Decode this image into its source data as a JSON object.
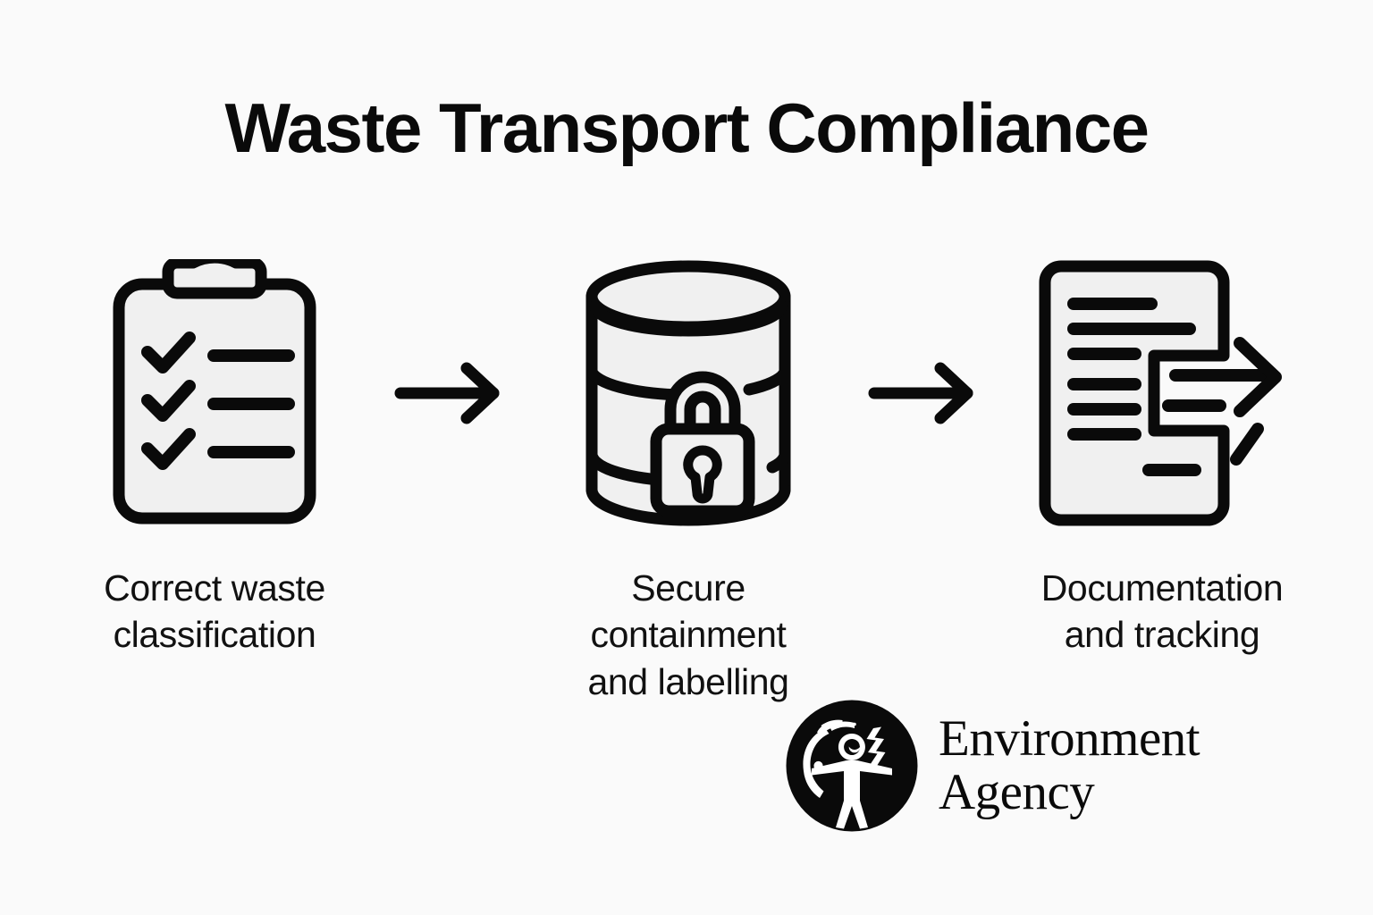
{
  "page": {
    "title": "Waste Transport Compliance",
    "background_color": "#fafafa",
    "ink_color": "#0a0a0a",
    "icon_fill_color": "#f0f0f0"
  },
  "steps": [
    {
      "icon": "clipboard-checklist-icon",
      "caption_line1": "Correct waste",
      "caption_line2": "classification"
    },
    {
      "icon": "locked-barrel-icon",
      "caption_line1": "Secure containment",
      "caption_line2": "and labelling"
    },
    {
      "icon": "document-export-icon",
      "caption_line1": "Documentation",
      "caption_line2": "and tracking"
    }
  ],
  "connectors": [
    {
      "icon": "arrow-right-icon"
    },
    {
      "icon": "arrow-right-icon"
    }
  ],
  "logo": {
    "mark": "environment-agency-emblem-icon",
    "line1": "Environment",
    "line2": "Agency"
  }
}
